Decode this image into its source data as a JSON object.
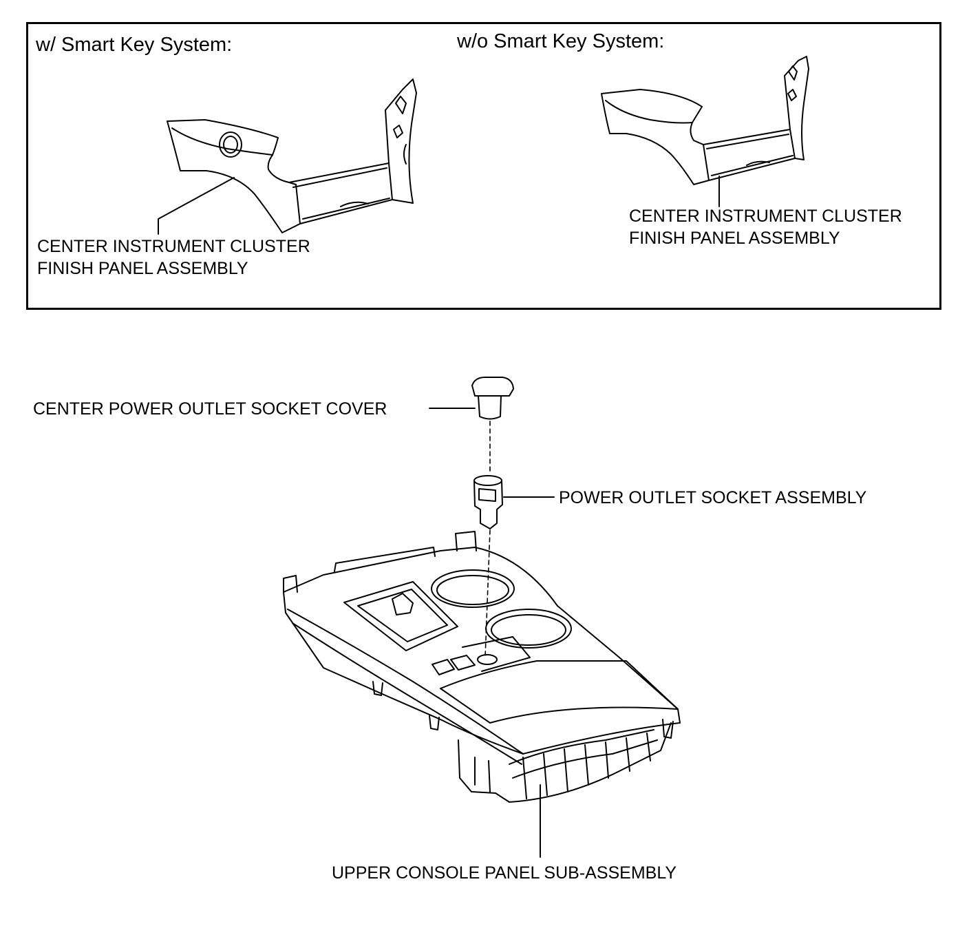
{
  "top_panel": {
    "with_smart_key": {
      "heading": "w/ Smart Key System:",
      "label_line1": "CENTER INSTRUMENT CLUSTER",
      "label_line2": "FINISH PANEL ASSEMBLY"
    },
    "without_smart_key": {
      "heading": "w/o Smart Key System:",
      "label_line1": "CENTER INSTRUMENT CLUSTER",
      "label_line2": "FINISH PANEL ASSEMBLY"
    }
  },
  "exploded_view": {
    "socket_cover_label": "CENTER POWER OUTLET SOCKET COVER",
    "socket_assembly_label": "POWER OUTLET SOCKET ASSEMBLY",
    "console_label": "UPPER CONSOLE PANEL SUB-ASSEMBLY"
  },
  "colors": {
    "line": "#000000",
    "background": "#ffffff"
  }
}
